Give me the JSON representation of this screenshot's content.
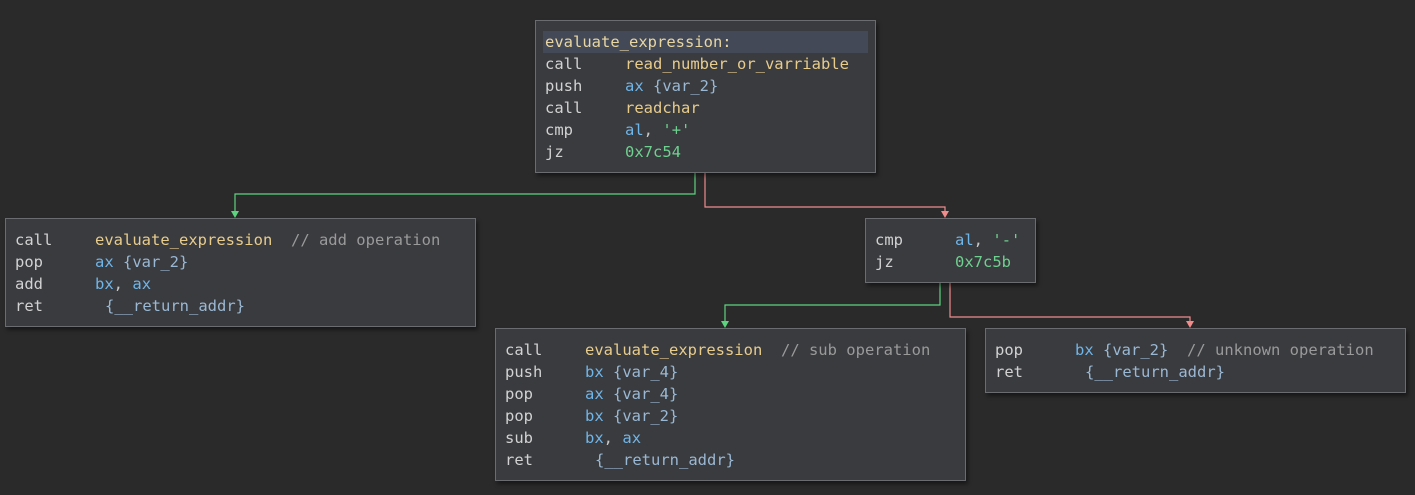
{
  "blocks": {
    "entry": {
      "label": "evaluate_expression:",
      "lines": [
        {
          "mnemonic": "call",
          "operand": "read_number_or_varriable"
        },
        {
          "mnemonic": "push",
          "reg": "ax",
          "var": "{var_2}"
        },
        {
          "mnemonic": "call",
          "operand": "readchar"
        },
        {
          "mnemonic": "cmp",
          "reg": "al",
          "sep": ",",
          "str": "'+'"
        },
        {
          "mnemonic": "jz",
          "num": "0x7c54"
        }
      ]
    },
    "add": {
      "lines": [
        {
          "mnemonic": "call",
          "operand": "evaluate_expression",
          "comment": "// add operation"
        },
        {
          "mnemonic": "pop",
          "reg": "ax",
          "var": "{var_2}"
        },
        {
          "mnemonic": "add",
          "reg": "bx",
          "sep": ",",
          "reg2": "ax"
        },
        {
          "mnemonic": "ret",
          "var": "{__return_addr}"
        }
      ]
    },
    "cmp_minus": {
      "lines": [
        {
          "mnemonic": "cmp",
          "reg": "al",
          "sep": ",",
          "str": "'-'"
        },
        {
          "mnemonic": "jz",
          "num": "0x7c5b"
        }
      ]
    },
    "sub": {
      "lines": [
        {
          "mnemonic": "call",
          "operand": "evaluate_expression",
          "comment": "// sub operation"
        },
        {
          "mnemonic": "push",
          "reg": "bx",
          "var": "{var_4}"
        },
        {
          "mnemonic": "pop",
          "reg": "ax",
          "var": "{var_4}"
        },
        {
          "mnemonic": "pop",
          "reg": "bx",
          "var": "{var_2}"
        },
        {
          "mnemonic": "sub",
          "reg": "bx",
          "sep": ",",
          "reg2": "ax"
        },
        {
          "mnemonic": "ret",
          "var": "{__return_addr}"
        }
      ]
    },
    "unknown": {
      "lines": [
        {
          "mnemonic": "pop",
          "reg": "bx",
          "var": "{var_2}",
          "comment": "// unknown operation"
        },
        {
          "mnemonic": "ret",
          "var": "{__return_addr}"
        }
      ]
    }
  },
  "colors": {
    "edge_true": "#5ed37f",
    "edge_false": "#f08c8c"
  }
}
